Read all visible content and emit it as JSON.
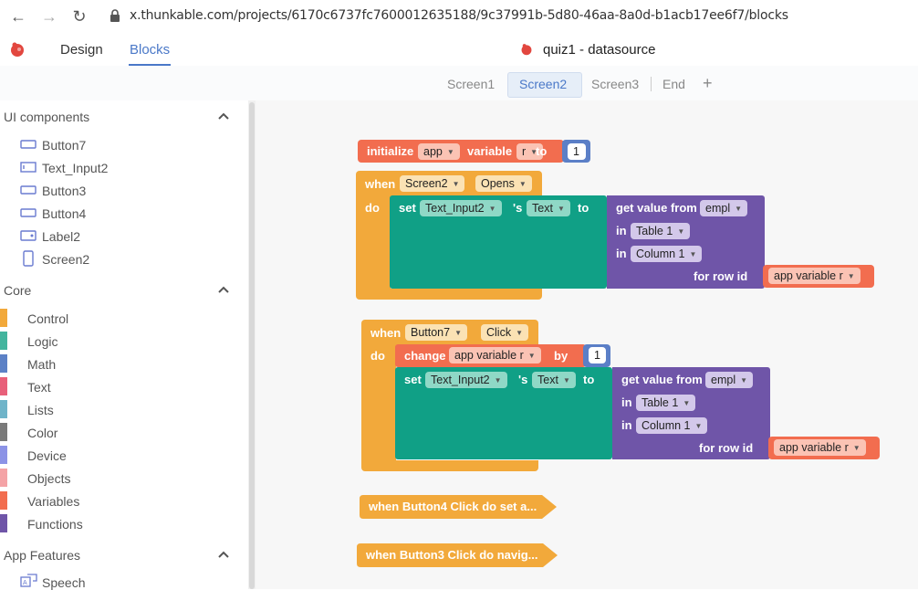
{
  "browser": {
    "url": "x.thunkable.com/projects/6170c6737fc7600012635188/9c37991b-5d80-46aa-8a0d-b1acb17ee6f7/blocks"
  },
  "header": {
    "tabs": [
      {
        "label": "Design"
      },
      {
        "label": "Blocks"
      }
    ],
    "active_tab": "Blocks",
    "project_title": "quiz1 - datasource"
  },
  "screen_tabs": {
    "items": [
      {
        "label": "Screen1"
      },
      {
        "label": "Screen2"
      },
      {
        "label": "Screen3"
      },
      {
        "label": "End"
      }
    ],
    "active": "Screen2",
    "add_label": "+"
  },
  "sidebar": {
    "sections": [
      {
        "label": "UI components"
      },
      {
        "label": "Core"
      },
      {
        "label": "App Features"
      }
    ],
    "components": [
      {
        "label": "Button7",
        "icon": "button-icon"
      },
      {
        "label": "Text_Input2",
        "icon": "text-input-icon"
      },
      {
        "label": "Button3",
        "icon": "button-icon"
      },
      {
        "label": "Button4",
        "icon": "button-icon"
      },
      {
        "label": "Label2",
        "icon": "label-icon"
      },
      {
        "label": "Screen2",
        "icon": "screen-icon"
      }
    ],
    "core": [
      {
        "label": "Control",
        "color": "#f2a93b"
      },
      {
        "label": "Logic",
        "color": "#43b59e"
      },
      {
        "label": "Math",
        "color": "#5c81c6"
      },
      {
        "label": "Text",
        "color": "#e8607a"
      },
      {
        "label": "Lists",
        "color": "#6fb4c9"
      },
      {
        "label": "Color",
        "color": "#7a7a7a"
      },
      {
        "label": "Device",
        "color": "#8c93e6"
      },
      {
        "label": "Objects",
        "color": "#f4a3a6"
      },
      {
        "label": "Variables",
        "color": "#f26d4f"
      },
      {
        "label": "Functions",
        "color": "#6f55a8"
      }
    ],
    "app_features": [
      {
        "label": "Speech",
        "icon": "speech-icon"
      }
    ]
  },
  "blocks": {
    "init": {
      "initialize": "initialize",
      "scope": "app",
      "variable": "variable",
      "name": "r",
      "to": "to",
      "value": "1"
    },
    "event1": {
      "when": "when",
      "component": "Screen2",
      "event": "Opens",
      "do": "do",
      "set": "set",
      "target": "Text_Input2",
      "s": "'s",
      "prop": "Text",
      "to": "to",
      "get": "get value from",
      "source": "empl",
      "in": "in",
      "table": "Table 1",
      "column": "Column 1",
      "for_row": "for row id",
      "row_var": "app variable r"
    },
    "event2": {
      "when": "when",
      "component": "Button7",
      "event": "Click",
      "do": "do",
      "change": "change",
      "change_var": "app variable r",
      "by": "by",
      "change_value": "1",
      "set": "set",
      "target": "Text_Input2",
      "s": "'s",
      "prop": "Text",
      "to": "to",
      "get": "get value from",
      "source": "empl",
      "in": "in",
      "table": "Table 1",
      "column": "Column 1",
      "for_row": "for row id",
      "row_var": "app variable r"
    },
    "collapsed1": "when Button4 Click do set a...",
    "collapsed2": "when Button3 Click do navig..."
  }
}
